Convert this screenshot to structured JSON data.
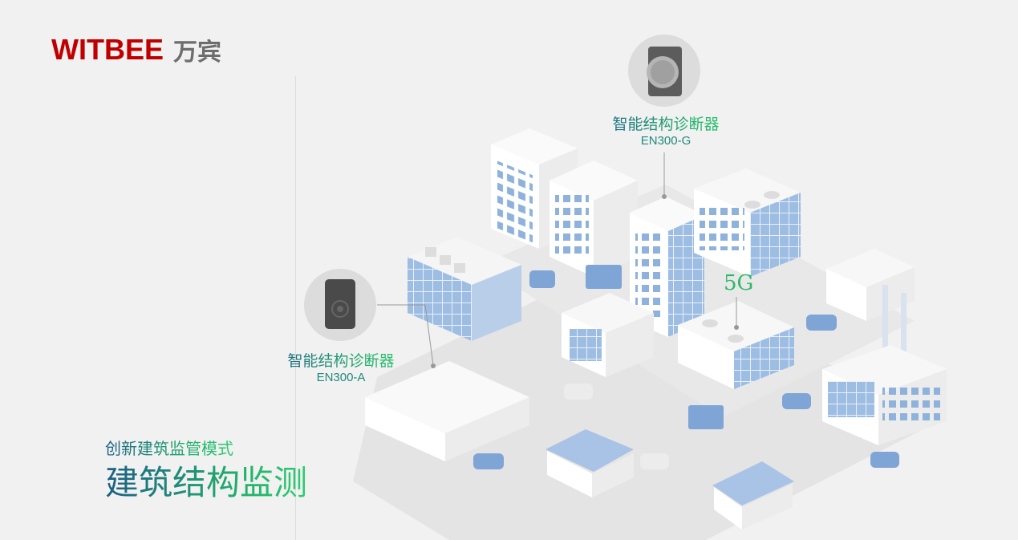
{
  "logo": {
    "en": "WITBEE",
    "cn": "万宾"
  },
  "headline": {
    "subtitle": "创新建筑监管模式",
    "title": "建筑结构监测"
  },
  "devices": [
    {
      "name": "智能结构诊断器",
      "model": "EN300-G"
    },
    {
      "name": "智能结构诊断器",
      "model": "EN300-A"
    }
  ],
  "network_label": "5G",
  "colors": {
    "brand_red": "#c00000",
    "gradient_start": "#1d5f86",
    "gradient_end": "#2ecc71",
    "building_blue": "#8fb2dc"
  }
}
